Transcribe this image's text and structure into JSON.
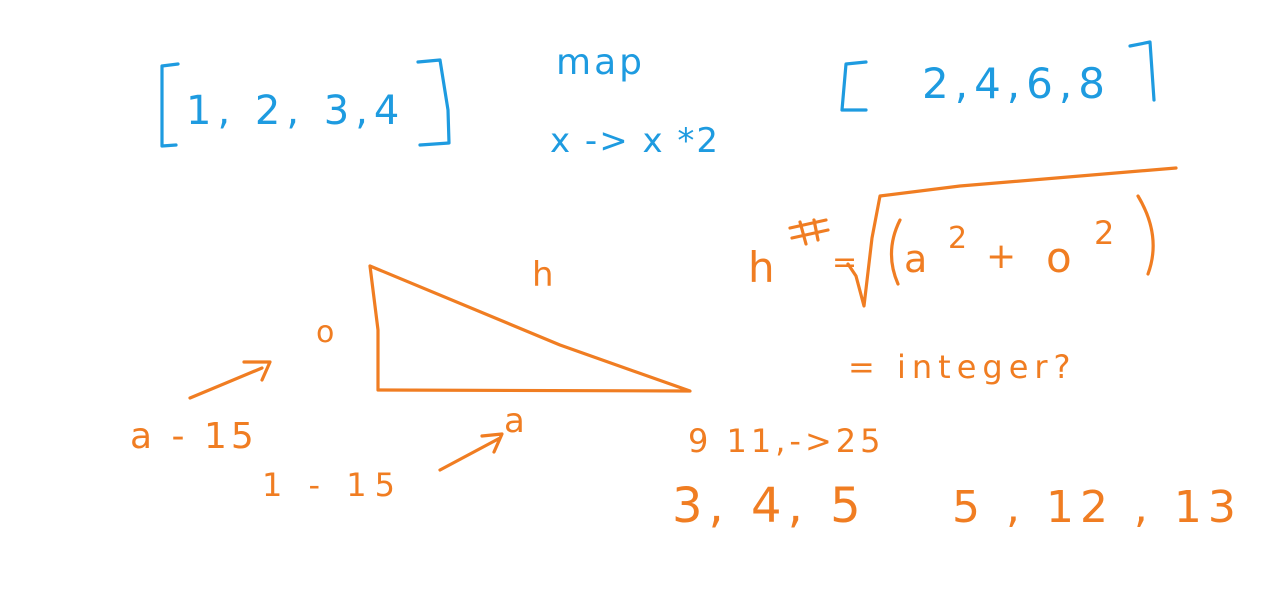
{
  "colors": {
    "blue_ink": "#1e9be0",
    "orange_ink": "#f07d22",
    "background": "#ffffff"
  },
  "map_example": {
    "input_list": "1, 2, 3,4",
    "operation": "map",
    "lambda": "x -> x *2",
    "output_list": "2,4,6,8"
  },
  "triangle": {
    "hyp_label": "h",
    "opp_label": "o",
    "adj_label": "a"
  },
  "constraints": {
    "a_range": "a - 15",
    "o_range": "1 - 15"
  },
  "formula": {
    "lhs": "h",
    "equals": "=",
    "radicand_a": "a",
    "exp_a": "2",
    "plus": "+",
    "radicand_o": "o",
    "exp_o": "2",
    "condition": "= integer?"
  },
  "examples": {
    "range_note": "9 11,->25",
    "triple_1": "3, 4, 5",
    "triple_2": "5 , 12 , 13"
  }
}
